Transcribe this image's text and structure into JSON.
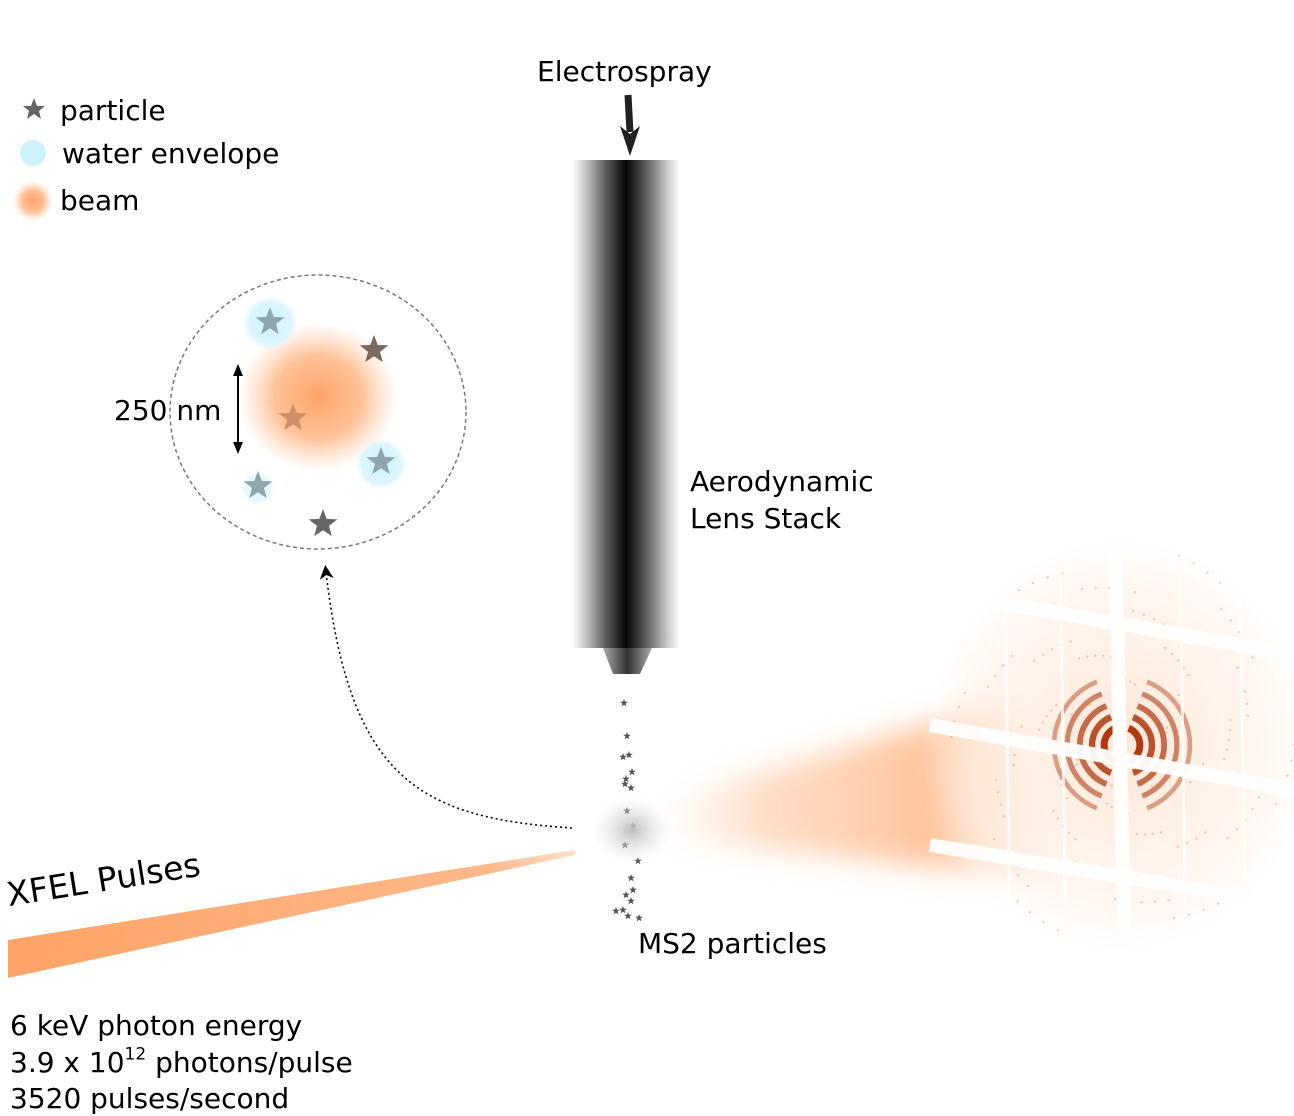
{
  "legend": {
    "items": [
      {
        "label": "particle",
        "icon": "star-icon",
        "color": "#666666"
      },
      {
        "label": "water envelope",
        "icon": "circle-icon",
        "color": "#cdf2fb"
      },
      {
        "label": "beam",
        "icon": "glow-icon",
        "color": "#ffa366"
      }
    ]
  },
  "labels": {
    "electrospray": "Electrospray",
    "lens_line1": "Aerodynamic",
    "lens_line2": "Lens Stack",
    "ms2": "MS2 particles",
    "xfel": "XFEL Pulses",
    "scale": "250 nm"
  },
  "specs": {
    "line1": "6 keV photon energy",
    "line2_prefix": "3.9 x 10",
    "line2_exp": "12",
    "line2_suffix": " photons/pulse",
    "line3": "3520 pulses/second"
  },
  "colors": {
    "beam": "#ffa366",
    "water": "#cdf2fb",
    "particle": "#666666",
    "lens": "#111111",
    "diffraction": "#a8320a"
  }
}
